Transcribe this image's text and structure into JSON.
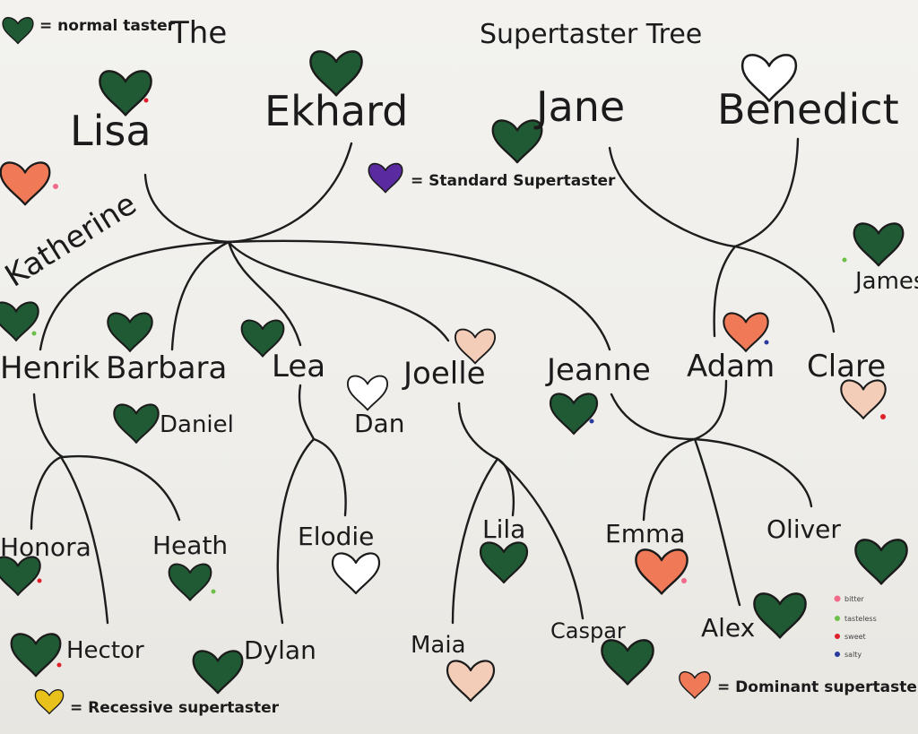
{
  "title": {
    "line1": "The",
    "line2": "Supertaster Tree"
  },
  "legend": {
    "normal": "= normal taster",
    "standard": "= Standard Supertaster",
    "recessive": "= Recessive supertaster",
    "dominant": "= Dominant supertaster"
  },
  "key": {
    "bitter": "bitter",
    "tasteless": "tasteless",
    "sweet": "sweet",
    "salty": "salty"
  },
  "colors": {
    "normal": "#1f5a34",
    "standard": "#5a2aa0",
    "recessive": "#e8c21a",
    "dominant": "#f07a58",
    "light": "#f4cdb9",
    "empty": "#ffffff",
    "dot_bitter": "#f06a8a",
    "dot_tasteless": "#6cc04a",
    "dot_sweet": "#e0202a",
    "dot_salty": "#2a3aa0"
  },
  "people": {
    "lisa": "Lisa",
    "ekhard": "Ekhard",
    "jane": "Jane",
    "benedict": "Benedict",
    "katherine": "Katherine",
    "james": "James",
    "henrik": "Henrik",
    "barbara": "Barbara",
    "daniel": "Daniel",
    "lea": "Lea",
    "dan": "Dan",
    "joelle": "Joelle",
    "jeanne": "Jeanne",
    "adam": "Adam",
    "clare": "Clare",
    "honora": "Honora",
    "heath": "Heath",
    "elodie": "Elodie",
    "lila": "Lila",
    "emma": "Emma",
    "oliver": "Oliver",
    "hector": "Hector",
    "dylan": "Dylan",
    "maia": "Maia",
    "caspar": "Caspar",
    "alex": "Alex"
  },
  "hearts": {
    "lisa": "normal",
    "ekhard": "normal",
    "jane": "normal",
    "benedict": "empty",
    "katherine": "dominant",
    "james": "normal",
    "henrik": "normal",
    "barbara": "normal",
    "daniel": "normal",
    "lea": "normal",
    "dan": "empty",
    "joelle": "light",
    "jeanne": "normal",
    "adam": "dominant",
    "clare": "light",
    "honora": "normal",
    "heath": "normal",
    "elodie": "empty",
    "lila": "normal",
    "emma": "dominant",
    "oliver": "normal",
    "hector": "normal",
    "dylan": "normal",
    "maia": "light",
    "caspar": "normal",
    "alex": "normal",
    "legend_normal": "normal",
    "legend_standard": "standard",
    "legend_recessive": "recessive",
    "legend_dominant": "dominant"
  }
}
